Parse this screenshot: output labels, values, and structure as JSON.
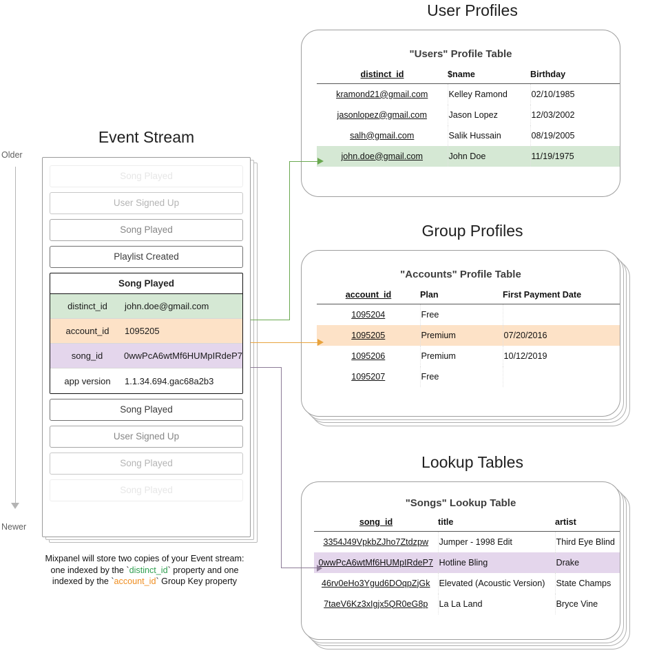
{
  "sections": {
    "user_profiles_title": "User Profiles",
    "group_profiles_title": "Group Profiles",
    "lookup_tables_title": "Lookup Tables",
    "event_stream_title": "Event Stream"
  },
  "event_stream": {
    "axis": {
      "older": "Older",
      "newer": "Newer"
    },
    "events_before": [
      {
        "label": "Song Played",
        "fade": "f1"
      },
      {
        "label": "User Signed Up",
        "fade": "f2"
      },
      {
        "label": "Song Played",
        "fade": "f3"
      },
      {
        "label": "Playlist Created",
        "fade": "f4"
      }
    ],
    "expanded_event": {
      "name": "Song Played",
      "properties": [
        {
          "key": "distinct_id",
          "value": "john.doe@gmail.com",
          "highlight": "green"
        },
        {
          "key": "account_id",
          "value": "1095205",
          "highlight": "orange"
        },
        {
          "key": "song_id",
          "value": "0wwPcA6wtMf6HUMpIRdeP7",
          "highlight": "purple"
        },
        {
          "key": "app version",
          "value": "1.1.34.694.gac68a2b3",
          "highlight": "none"
        }
      ]
    },
    "events_after": [
      {
        "label": "Song Played",
        "fade": "f4"
      },
      {
        "label": "User Signed Up",
        "fade": "f3"
      },
      {
        "label": "Song Played",
        "fade": "f2"
      },
      {
        "label": "Song Played",
        "fade": "f1"
      }
    ],
    "caption": {
      "line1": "Mixpanel will store two copies of your Event stream:",
      "line2_a": "one indexed by the `",
      "line2_token": "distinct_id",
      "line2_b": "` property and one",
      "line3_a": "indexed by the `",
      "line3_token": "account_id",
      "line3_b": "` Group Key property"
    }
  },
  "users_table": {
    "title": "\"Users\" Profile Table",
    "columns": [
      "distinct_id",
      "$name",
      "Birthday"
    ],
    "rows": [
      {
        "cells": [
          "kramond21@gmail.com",
          "Kelley Ramond",
          "02/10/1985"
        ],
        "highlight": "none"
      },
      {
        "cells": [
          "jasonlopez@gmail.com",
          "Jason Lopez",
          "12/03/2002"
        ],
        "highlight": "none"
      },
      {
        "cells": [
          "salh@gmail.com",
          "Salik Hussain",
          "08/19/2005"
        ],
        "highlight": "none"
      },
      {
        "cells": [
          "john.doe@gmail.com",
          "John Doe",
          "11/19/1975"
        ],
        "highlight": "green"
      }
    ]
  },
  "accounts_table": {
    "title": "\"Accounts\" Profile Table",
    "columns": [
      "account_id",
      "Plan",
      "First Payment Date"
    ],
    "rows": [
      {
        "cells": [
          "1095204",
          "Free",
          ""
        ],
        "highlight": "none"
      },
      {
        "cells": [
          "1095205",
          "Premium",
          "07/20/2016"
        ],
        "highlight": "orange"
      },
      {
        "cells": [
          "1095206",
          "Premium",
          "10/12/2019"
        ],
        "highlight": "none"
      },
      {
        "cells": [
          "1095207",
          "Free",
          ""
        ],
        "highlight": "none"
      }
    ]
  },
  "songs_table": {
    "title": "\"Songs\" Lookup Table",
    "columns": [
      "song_id",
      "title",
      "artist"
    ],
    "rows": [
      {
        "cells": [
          "3354J49VpkbZJho7Ztdzpw",
          "Jumper - 1998 Edit",
          "Third Eye Blind"
        ],
        "highlight": "none"
      },
      {
        "cells": [
          "0wwPcA6wtMf6HUMpIRdeP7",
          "Hotline Bling",
          "Drake"
        ],
        "highlight": "purple"
      },
      {
        "cells": [
          "46rv0eHo3Ygud6DOqpZjGk",
          "Elevated (Acoustic Version)",
          "State Champs"
        ],
        "highlight": "none"
      },
      {
        "cells": [
          "7taeV6Kz3xIgjx5QR0eG8p",
          "La La Land",
          "Bryce Vine"
        ],
        "highlight": "none"
      }
    ]
  },
  "colors": {
    "green_accent": "#6aa84f",
    "green_fill": "#d5e8d4",
    "orange_accent": "#e8a33d",
    "orange_fill": "#fde2c7",
    "purple_accent": "#8c7a96",
    "purple_fill": "#e4d6ec",
    "caption_green": "#2f9e4f",
    "caption_orange": "#ef8d1f"
  }
}
